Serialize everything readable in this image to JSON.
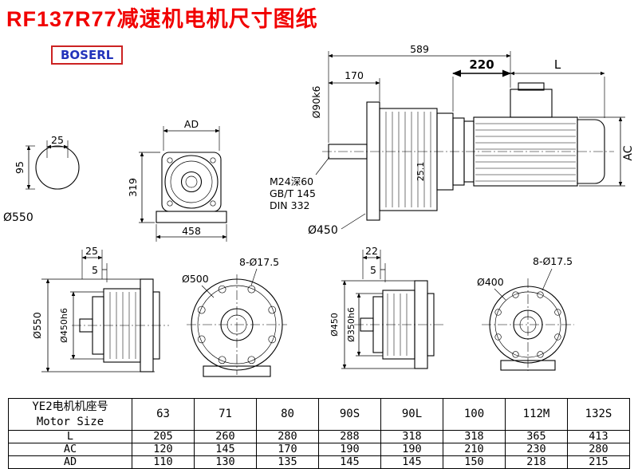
{
  "page": {
    "title": "RF137R77减速机电机尺寸图纸",
    "logo": "BOSERL"
  },
  "colors": {
    "title_red": "#f10000",
    "logo_text_blue": "#2233bb",
    "logo_border_red": "#cc2222",
    "line_black": "#000000"
  },
  "drawings": {
    "shaft_section": {
      "dim_width": "25",
      "dim_height": "95",
      "label_diameter": "Ø550"
    },
    "front_view": {
      "dim_ad": "AD",
      "dim_height": "319",
      "dim_width": "458"
    },
    "main_view": {
      "dim_total": "589",
      "dim_shaft_len": "170",
      "dim_shaft_dia": "Ø90k6",
      "dim_motor": "220",
      "dim_l": "L",
      "dim_ac": "AC",
      "label_thread": "M24深60",
      "label_std1": "GB/T 145",
      "label_std2": "DIN 332",
      "label_flange": "Ø450",
      "dim_key": "25.1"
    },
    "side_view_left": {
      "dim_1": "25",
      "dim_2": "5",
      "dim_od": "Ø550",
      "dim_fit": "Ø450h6"
    },
    "flange_view_left": {
      "label_dia": "Ø500",
      "label_holes": "8-Ø17.5"
    },
    "side_view_right": {
      "dim_1": "22",
      "dim_2": "5",
      "dim_od": "Ø450",
      "dim_fit": "Ø350h6"
    },
    "flange_view_right": {
      "label_dia": "Ø400",
      "label_holes": "8-Ø17.5"
    }
  },
  "table": {
    "header_cn": "YE2电机机座号",
    "header_en": "Motor Size",
    "sizes": [
      "63",
      "71",
      "80",
      "90S",
      "90L",
      "100",
      "112M",
      "132S"
    ],
    "rows": [
      {
        "label": "L",
        "values": [
          "205",
          "260",
          "280",
          "288",
          "318",
          "318",
          "365",
          "413"
        ]
      },
      {
        "label": "AC",
        "values": [
          "120",
          "145",
          "170",
          "190",
          "190",
          "210",
          "230",
          "280"
        ]
      },
      {
        "label": "AD",
        "values": [
          "110",
          "130",
          "135",
          "145",
          "145",
          "150",
          "218",
          "215"
        ]
      }
    ]
  }
}
